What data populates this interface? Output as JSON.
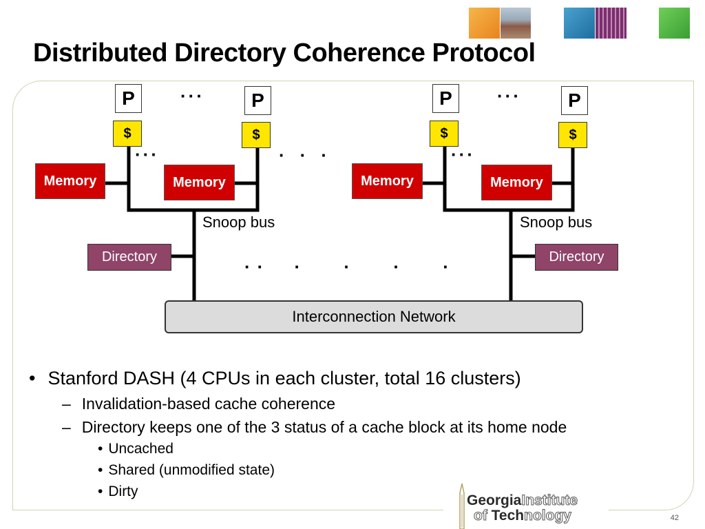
{
  "title": "Distributed Directory Coherence Protocol",
  "diagram": {
    "processor_label": "P",
    "cache_label": "$",
    "memory_label": "Memory",
    "directory_label": "Directory",
    "snoop_bus_label": "Snoop bus",
    "network_label": "Interconnection Network"
  },
  "bullets": [
    {
      "text": "Stanford DASH (4 CPUs in each cluster, total 16 clusters)",
      "children": [
        {
          "text": "Invalidation-based cache coherence",
          "children": []
        },
        {
          "text": "Directory keeps one of the 3 status of a cache block at its home node",
          "children": [
            {
              "text": "Uncached"
            },
            {
              "text": "Shared (unmodified state)"
            },
            {
              "text": "Dirty"
            }
          ]
        }
      ]
    }
  ],
  "markers": {
    "level1": "•",
    "level2": "–",
    "level3": "•"
  },
  "logo": {
    "line1_a": "Georgia",
    "line1_b": "Institute",
    "line2_a": "of ",
    "line2_b": "Tech",
    "line2_c": "nology"
  },
  "page_number": "42",
  "colors": {
    "memory": "#d00000",
    "cache": "#ffe600",
    "directory": "#8f4468",
    "network": "#dcdcdc",
    "logo_gold": "#b3a369"
  },
  "decor": [
    "orange-tile",
    "photo-tile",
    "blue-tile",
    "circuit-tile",
    "green-tile"
  ]
}
